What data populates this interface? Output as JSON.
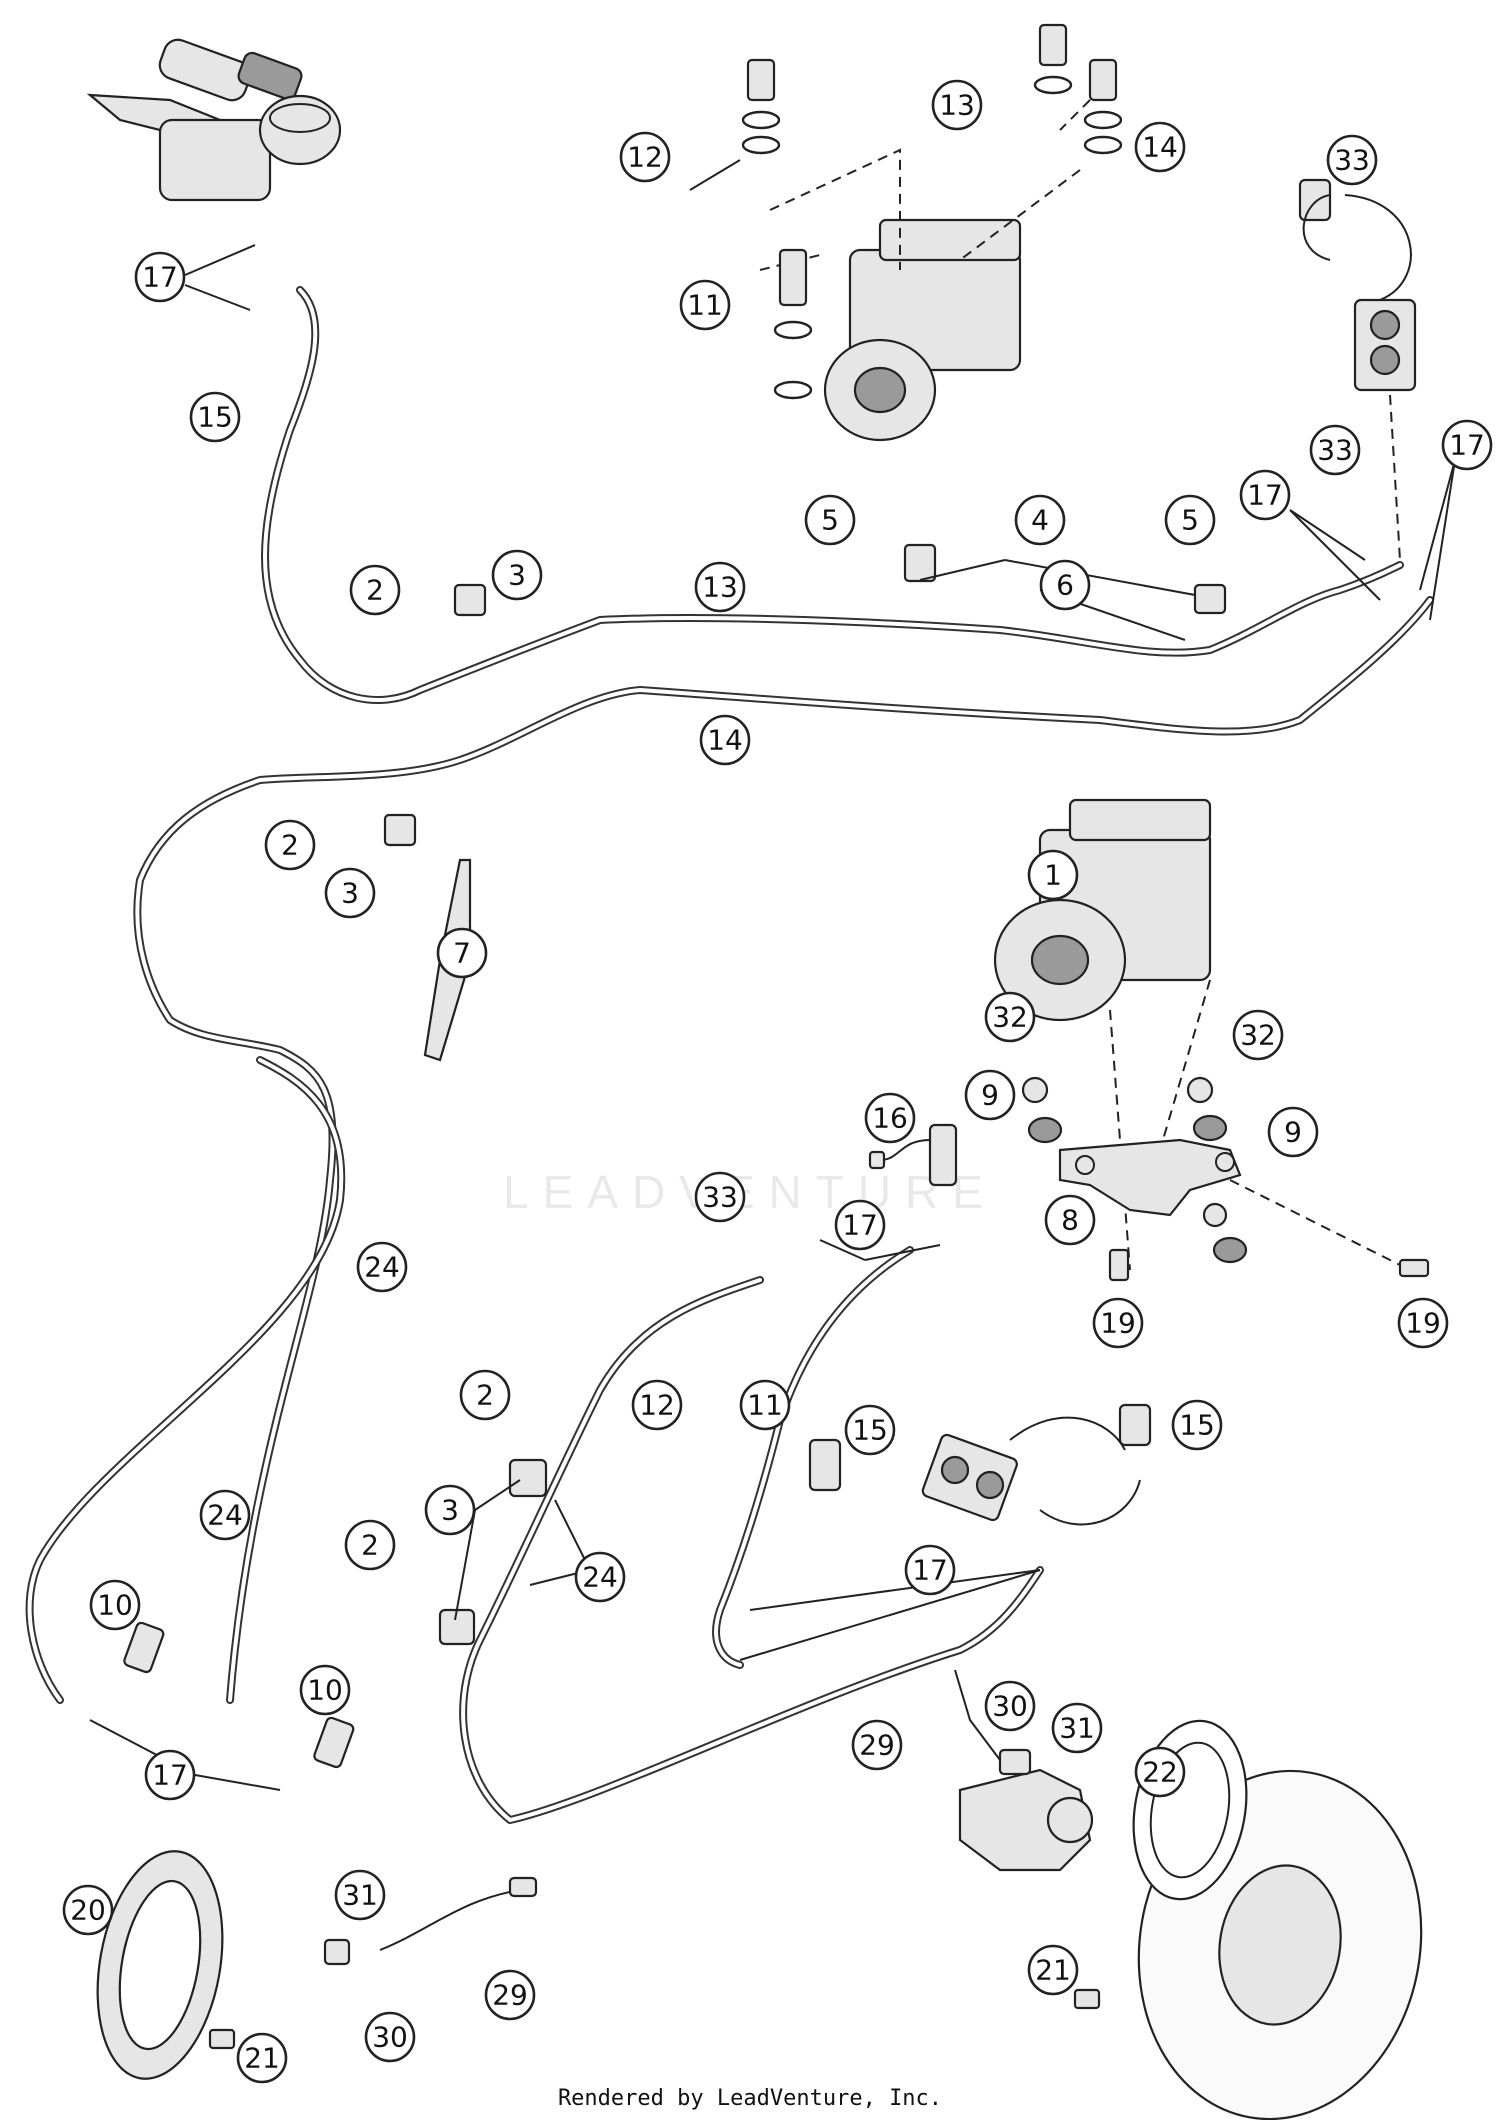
{
  "footer": "Rendered by LeadVenture, Inc.",
  "watermark": "LEADVENTURE",
  "callouts": [
    {
      "id": "c01",
      "label": "1"
    },
    {
      "id": "c02a",
      "label": "2"
    },
    {
      "id": "c02b",
      "label": "2"
    },
    {
      "id": "c02c",
      "label": "2"
    },
    {
      "id": "c02d",
      "label": "2"
    },
    {
      "id": "c03a",
      "label": "3"
    },
    {
      "id": "c03b",
      "label": "3"
    },
    {
      "id": "c03c",
      "label": "3"
    },
    {
      "id": "c04",
      "label": "4"
    },
    {
      "id": "c05a",
      "label": "5"
    },
    {
      "id": "c05b",
      "label": "5"
    },
    {
      "id": "c06",
      "label": "6"
    },
    {
      "id": "c07",
      "label": "7"
    },
    {
      "id": "c08",
      "label": "8"
    },
    {
      "id": "c09a",
      "label": "9"
    },
    {
      "id": "c09b",
      "label": "9"
    },
    {
      "id": "c10a",
      "label": "10"
    },
    {
      "id": "c10b",
      "label": "10"
    },
    {
      "id": "c11a",
      "label": "11"
    },
    {
      "id": "c11b",
      "label": "11"
    },
    {
      "id": "c12a",
      "label": "12"
    },
    {
      "id": "c12b",
      "label": "12"
    },
    {
      "id": "c13a",
      "label": "13"
    },
    {
      "id": "c13b",
      "label": "13"
    },
    {
      "id": "c14a",
      "label": "14"
    },
    {
      "id": "c14b",
      "label": "14"
    },
    {
      "id": "c15a",
      "label": "15"
    },
    {
      "id": "c15b",
      "label": "15"
    },
    {
      "id": "c15c",
      "label": "15"
    },
    {
      "id": "c16",
      "label": "16"
    },
    {
      "id": "c17a",
      "label": "17"
    },
    {
      "id": "c17b",
      "label": "17"
    },
    {
      "id": "c17c",
      "label": "17"
    },
    {
      "id": "c17d",
      "label": "17"
    },
    {
      "id": "c17e",
      "label": "17"
    },
    {
      "id": "c17f",
      "label": "17"
    },
    {
      "id": "c19a",
      "label": "19"
    },
    {
      "id": "c19b",
      "label": "19"
    },
    {
      "id": "c20",
      "label": "20"
    },
    {
      "id": "c21a",
      "label": "21"
    },
    {
      "id": "c21b",
      "label": "21"
    },
    {
      "id": "c22",
      "label": "22"
    },
    {
      "id": "c24a",
      "label": "24"
    },
    {
      "id": "c24b",
      "label": "24"
    },
    {
      "id": "c24c",
      "label": "24"
    },
    {
      "id": "c29a",
      "label": "29"
    },
    {
      "id": "c29b",
      "label": "29"
    },
    {
      "id": "c30a",
      "label": "30"
    },
    {
      "id": "c30b",
      "label": "30"
    },
    {
      "id": "c31a",
      "label": "31"
    },
    {
      "id": "c31b",
      "label": "31"
    },
    {
      "id": "c32a",
      "label": "32"
    },
    {
      "id": "c32b",
      "label": "32"
    },
    {
      "id": "c33a",
      "label": "33"
    },
    {
      "id": "c33b",
      "label": "33"
    },
    {
      "id": "c33c",
      "label": "33"
    }
  ]
}
